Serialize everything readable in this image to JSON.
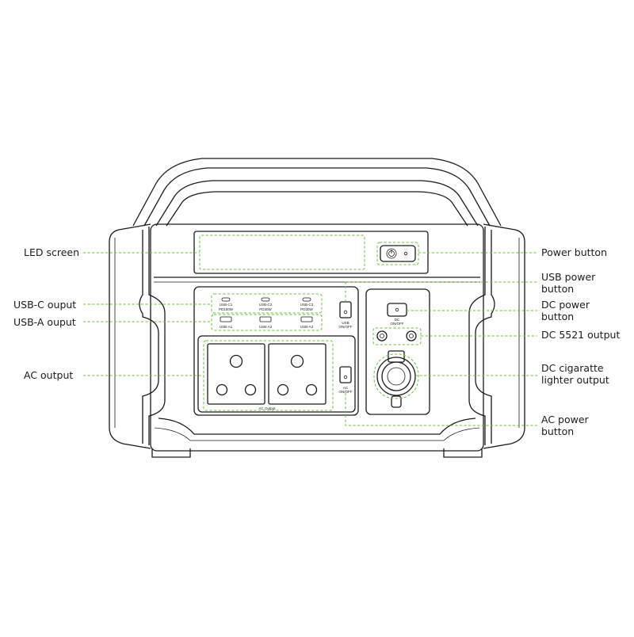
{
  "callouts": {
    "led_screen": "LED screen",
    "usb_c_output": "USB-C ouput",
    "usb_a_output": "USB-A ouput",
    "ac_output": "AC output",
    "power_button": "Power button",
    "usb_power_button": [
      "USB power",
      "button"
    ],
    "dc_power_button": [
      "DC power",
      "button"
    ],
    "dc_5521_output": "DC 5521 output",
    "dc_cigarette_output": [
      "DC cigaratte",
      "lighter output"
    ],
    "ac_power_button": [
      "AC power",
      "button"
    ]
  },
  "panel_text": {
    "usb_c_ports": [
      {
        "name": "USB-C1",
        "rating": "PD100W"
      },
      {
        "name": "USB-C2",
        "rating": "PD30W"
      },
      {
        "name": "USB-C3",
        "rating": "PD30W"
      }
    ],
    "usb_a_ports": [
      "USB-A1",
      "USB-A2",
      "USB-A3"
    ],
    "usb_switch": [
      "USB",
      "ON/OFF"
    ],
    "dc_switch": [
      "DC",
      "ON/OFF"
    ],
    "ac_switch": [
      "AC",
      "ON/OFF"
    ],
    "ac_output_caption": "AC Output"
  },
  "colors": {
    "outline": "#1a1a1a",
    "callout_line": "#6dbf3a"
  },
  "icons": {
    "power": "power-icon"
  }
}
